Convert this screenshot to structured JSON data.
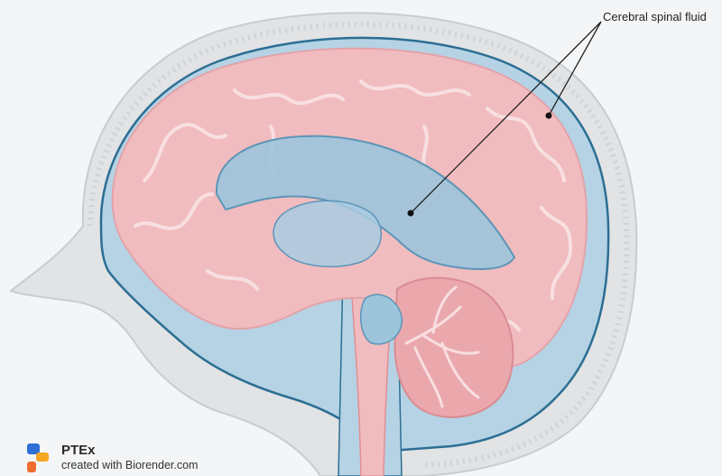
{
  "diagram": {
    "annotation": "Cerebral spinal fluid"
  },
  "branding": {
    "name": "PTEx",
    "credit": "created with Biorender.com",
    "logo_colors": [
      "#2f6fd6",
      "#f5a623",
      "#ef6c2f"
    ]
  },
  "colors": {
    "background": "#f3f5f7",
    "skull": "#e1e3e5",
    "csf": "#b5d3e4",
    "csf_outline": "#2c6e93",
    "brain": "#f1bcbf",
    "brain_lines": "#f8dfe1",
    "ventricles": "#9cc4db",
    "cerebellum": "#eaa8ad"
  }
}
